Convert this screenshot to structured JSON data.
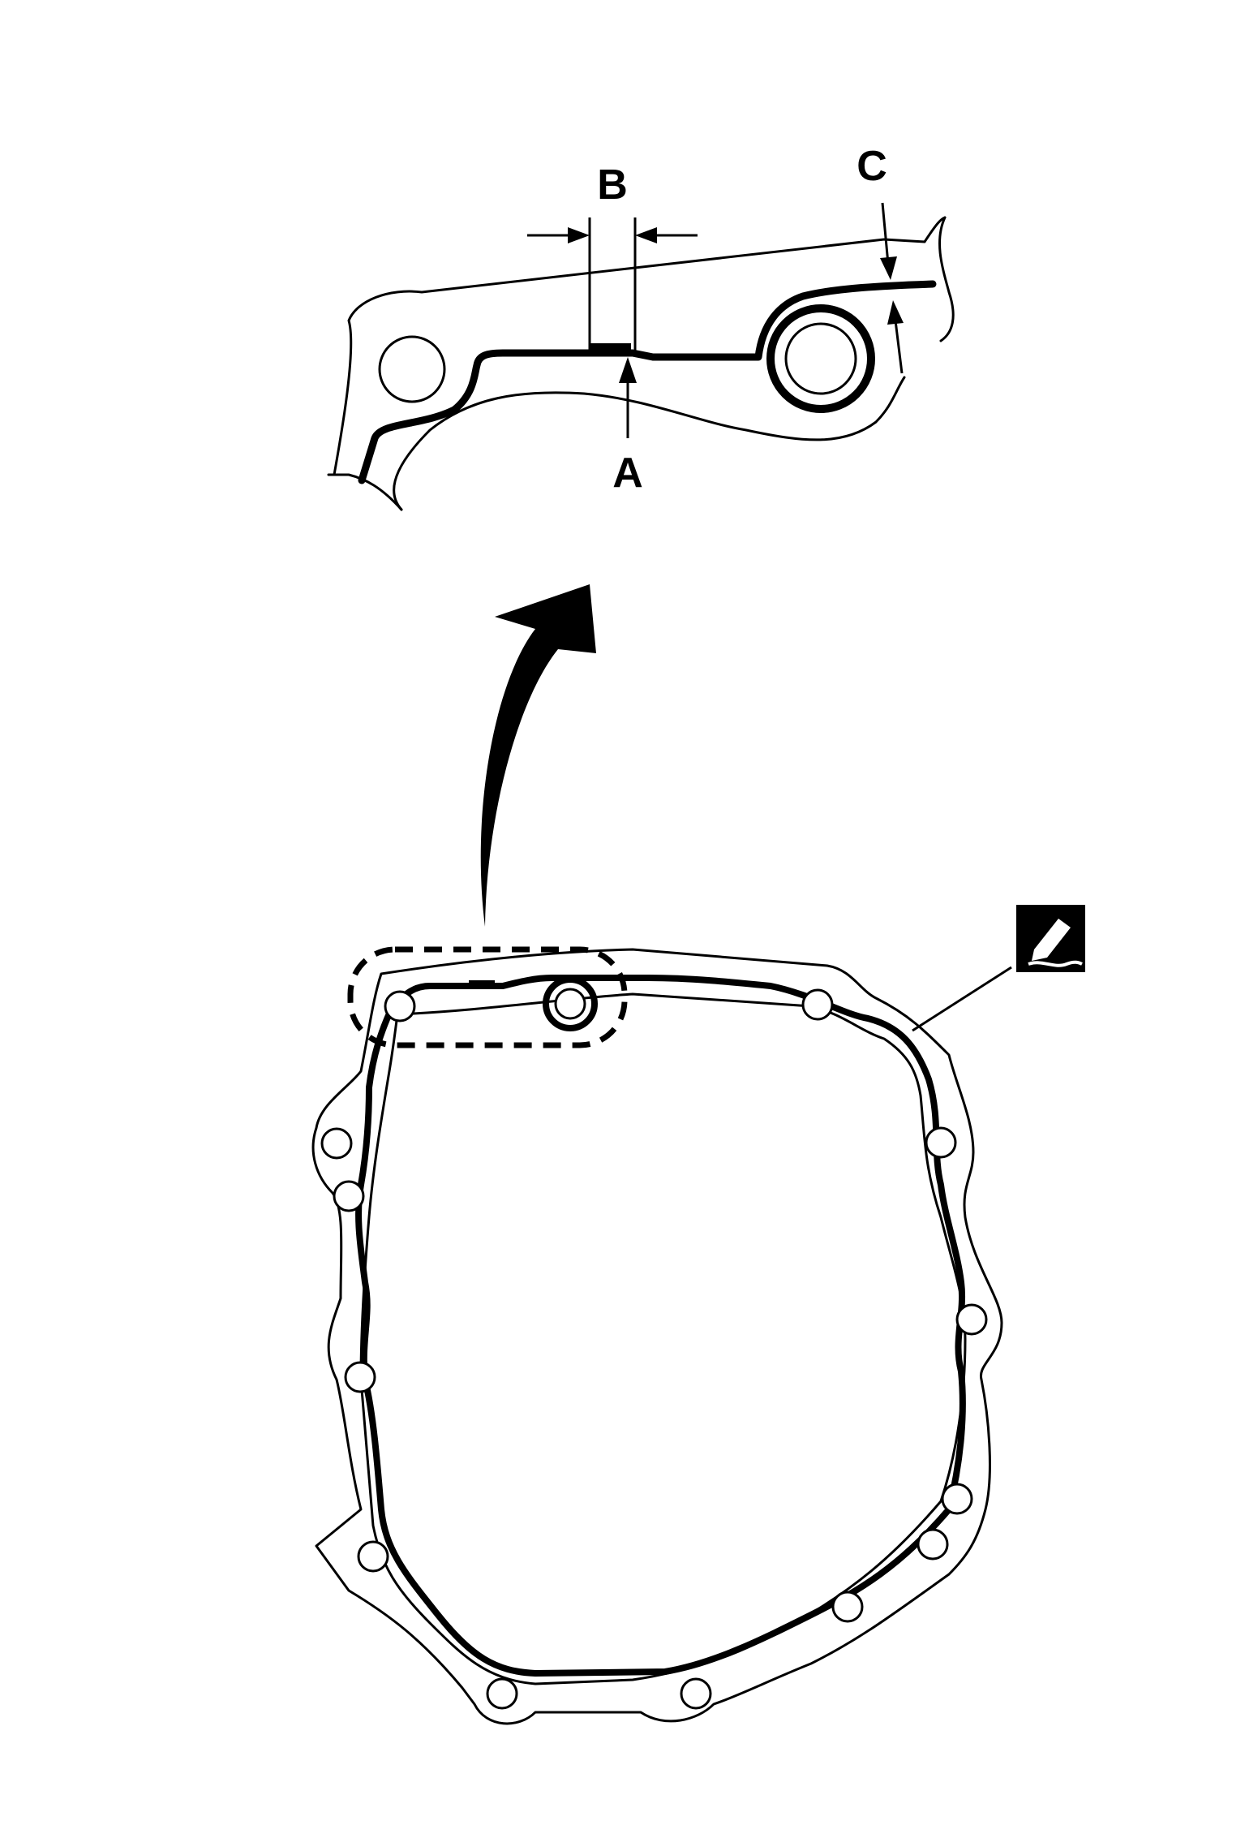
{
  "diagram": {
    "labels": {
      "a": "A",
      "b": "B",
      "c": "C"
    },
    "colors": {
      "line": "#000000",
      "background": "#ffffff"
    },
    "icons": {
      "sealant": "sealant-tube-icon"
    }
  }
}
